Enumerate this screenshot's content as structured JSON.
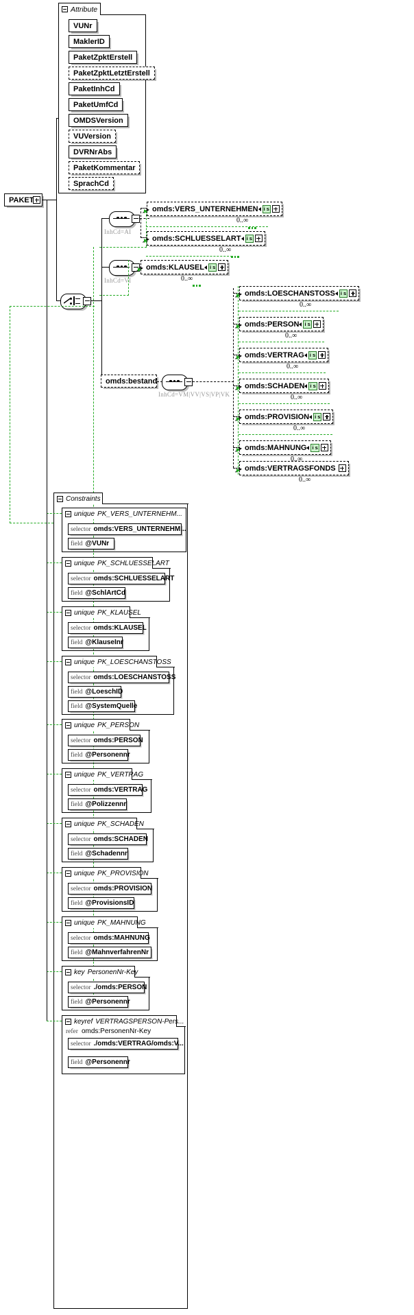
{
  "diagram": {
    "root": {
      "label": "PAKET"
    },
    "attribute_group": {
      "title": "Attribute",
      "items": [
        {
          "label": "VUNr",
          "optional": false
        },
        {
          "label": "MaklerID",
          "optional": false
        },
        {
          "label": "PaketZpktErstell",
          "optional": false
        },
        {
          "label": "PaketZpktLetztErstell",
          "optional": true
        },
        {
          "label": "PaketInhCd",
          "optional": false
        },
        {
          "label": "PaketUmfCd",
          "optional": false
        },
        {
          "label": "OMDSVersion",
          "optional": false
        },
        {
          "label": "VUVersion",
          "optional": true
        },
        {
          "label": "DVRNrAbs",
          "optional": false
        },
        {
          "label": "PaketKommentar",
          "optional": true
        },
        {
          "label": "SprachCd",
          "optional": true
        }
      ]
    },
    "groups": [
      {
        "kind": "sequence",
        "annotation": "InhCd=AI",
        "elements": [
          {
            "label": "omds:VERS_UNTERNEHMEN",
            "badge": "i s",
            "cardinality": "0..∞"
          },
          {
            "label": "omds:SCHLUESSELART",
            "badge": "i s",
            "cardinality": "0..∞"
          }
        ]
      },
      {
        "kind": "sequence",
        "annotation": "InhCd=VI",
        "elements": [
          {
            "label": "omds:KLAUSEL",
            "badge": "i s",
            "cardinality": "0..∞"
          }
        ]
      }
    ],
    "choice": {
      "kind": "choice"
    },
    "bestand": {
      "label": "omds:bestand",
      "annotation": "InhCd=VM|VV|VS|VP|VK",
      "elements": [
        {
          "label": "omds:LOESCHANSTOSS",
          "badge": "i s",
          "cardinality": "0..∞"
        },
        {
          "label": "omds:PERSON",
          "badge": "i s",
          "cardinality": "0..∞"
        },
        {
          "label": "omds:VERTRAG",
          "badge": "i s",
          "cardinality": "0..∞"
        },
        {
          "label": "omds:SCHADEN",
          "badge": "i s",
          "cardinality": "0..∞"
        },
        {
          "label": "omds:PROVISION",
          "badge": "i s",
          "cardinality": "0..∞"
        },
        {
          "label": "omds:MAHNUNG",
          "badge": "i s",
          "cardinality": "0..∞"
        },
        {
          "label": "omds:VERTRAGSFONDS",
          "badge": "i s",
          "cardinality": "0..∞"
        }
      ]
    },
    "constraints": {
      "title": "Constraints",
      "items": [
        {
          "keyword": "unique",
          "name": "PK_VERS_UNTERNEHM...",
          "rows": [
            {
              "kw": "selector",
              "value": "omds:VERS_UNTERNEHM..."
            },
            {
              "kw": "field",
              "value": "@VUNr"
            }
          ]
        },
        {
          "keyword": "unique",
          "name": "PK_SCHLUESSELART",
          "rows": [
            {
              "kw": "selector",
              "value": "omds:SCHLUESSELART"
            },
            {
              "kw": "field",
              "value": "@SchlArtCd"
            }
          ]
        },
        {
          "keyword": "unique",
          "name": "PK_KLAUSEL",
          "rows": [
            {
              "kw": "selector",
              "value": "omds:KLAUSEL"
            },
            {
              "kw": "field",
              "value": "@KlauseInr"
            }
          ]
        },
        {
          "keyword": "unique",
          "name": "PK_LOESCHANSTOSS",
          "rows": [
            {
              "kw": "selector",
              "value": "omds:LOESCHANSTOSS"
            },
            {
              "kw": "field",
              "value": "@LoeschID"
            },
            {
              "kw": "field",
              "value": "@SystemQuelle"
            }
          ]
        },
        {
          "keyword": "unique",
          "name": "PK_PERSON",
          "rows": [
            {
              "kw": "selector",
              "value": "omds:PERSON"
            },
            {
              "kw": "field",
              "value": "@Personennr"
            }
          ]
        },
        {
          "keyword": "unique",
          "name": "PK_VERTRAG",
          "rows": [
            {
              "kw": "selector",
              "value": "omds:VERTRAG"
            },
            {
              "kw": "field",
              "value": "@Polizzennr"
            }
          ]
        },
        {
          "keyword": "unique",
          "name": "PK_SCHADEN",
          "rows": [
            {
              "kw": "selector",
              "value": "omds:SCHADEN"
            },
            {
              "kw": "field",
              "value": "@Schadennr"
            }
          ]
        },
        {
          "keyword": "unique",
          "name": "PK_PROVISION",
          "rows": [
            {
              "kw": "selector",
              "value": "omds:PROVISION"
            },
            {
              "kw": "field",
              "value": "@ProvisionsID"
            }
          ]
        },
        {
          "keyword": "unique",
          "name": "PK_MAHNUNG",
          "rows": [
            {
              "kw": "selector",
              "value": "omds:MAHNUNG"
            },
            {
              "kw": "field",
              "value": "@MahnverfahrenNr"
            }
          ]
        },
        {
          "keyword": "key",
          "name": "PersonenNr-Key",
          "rows": [
            {
              "kw": "selector",
              "value": "./omds:PERSON"
            },
            {
              "kw": "field",
              "value": "@Personennr"
            }
          ]
        },
        {
          "keyword": "keyref",
          "name": "VERTRAGSPERSON-Pers...",
          "refer": {
            "kw": "refer",
            "value": "omds:PersonenNr-Key"
          },
          "rows": [
            {
              "kw": "selector",
              "value": "./omds:VERTRAG/omds:V..."
            },
            {
              "kw": "field",
              "value": "@Personennr"
            }
          ]
        }
      ]
    },
    "colors": {
      "accent_green": "#22aa22",
      "badge_bg": "#ccf3cc",
      "line": "#000000",
      "annotation": "#999999"
    }
  }
}
